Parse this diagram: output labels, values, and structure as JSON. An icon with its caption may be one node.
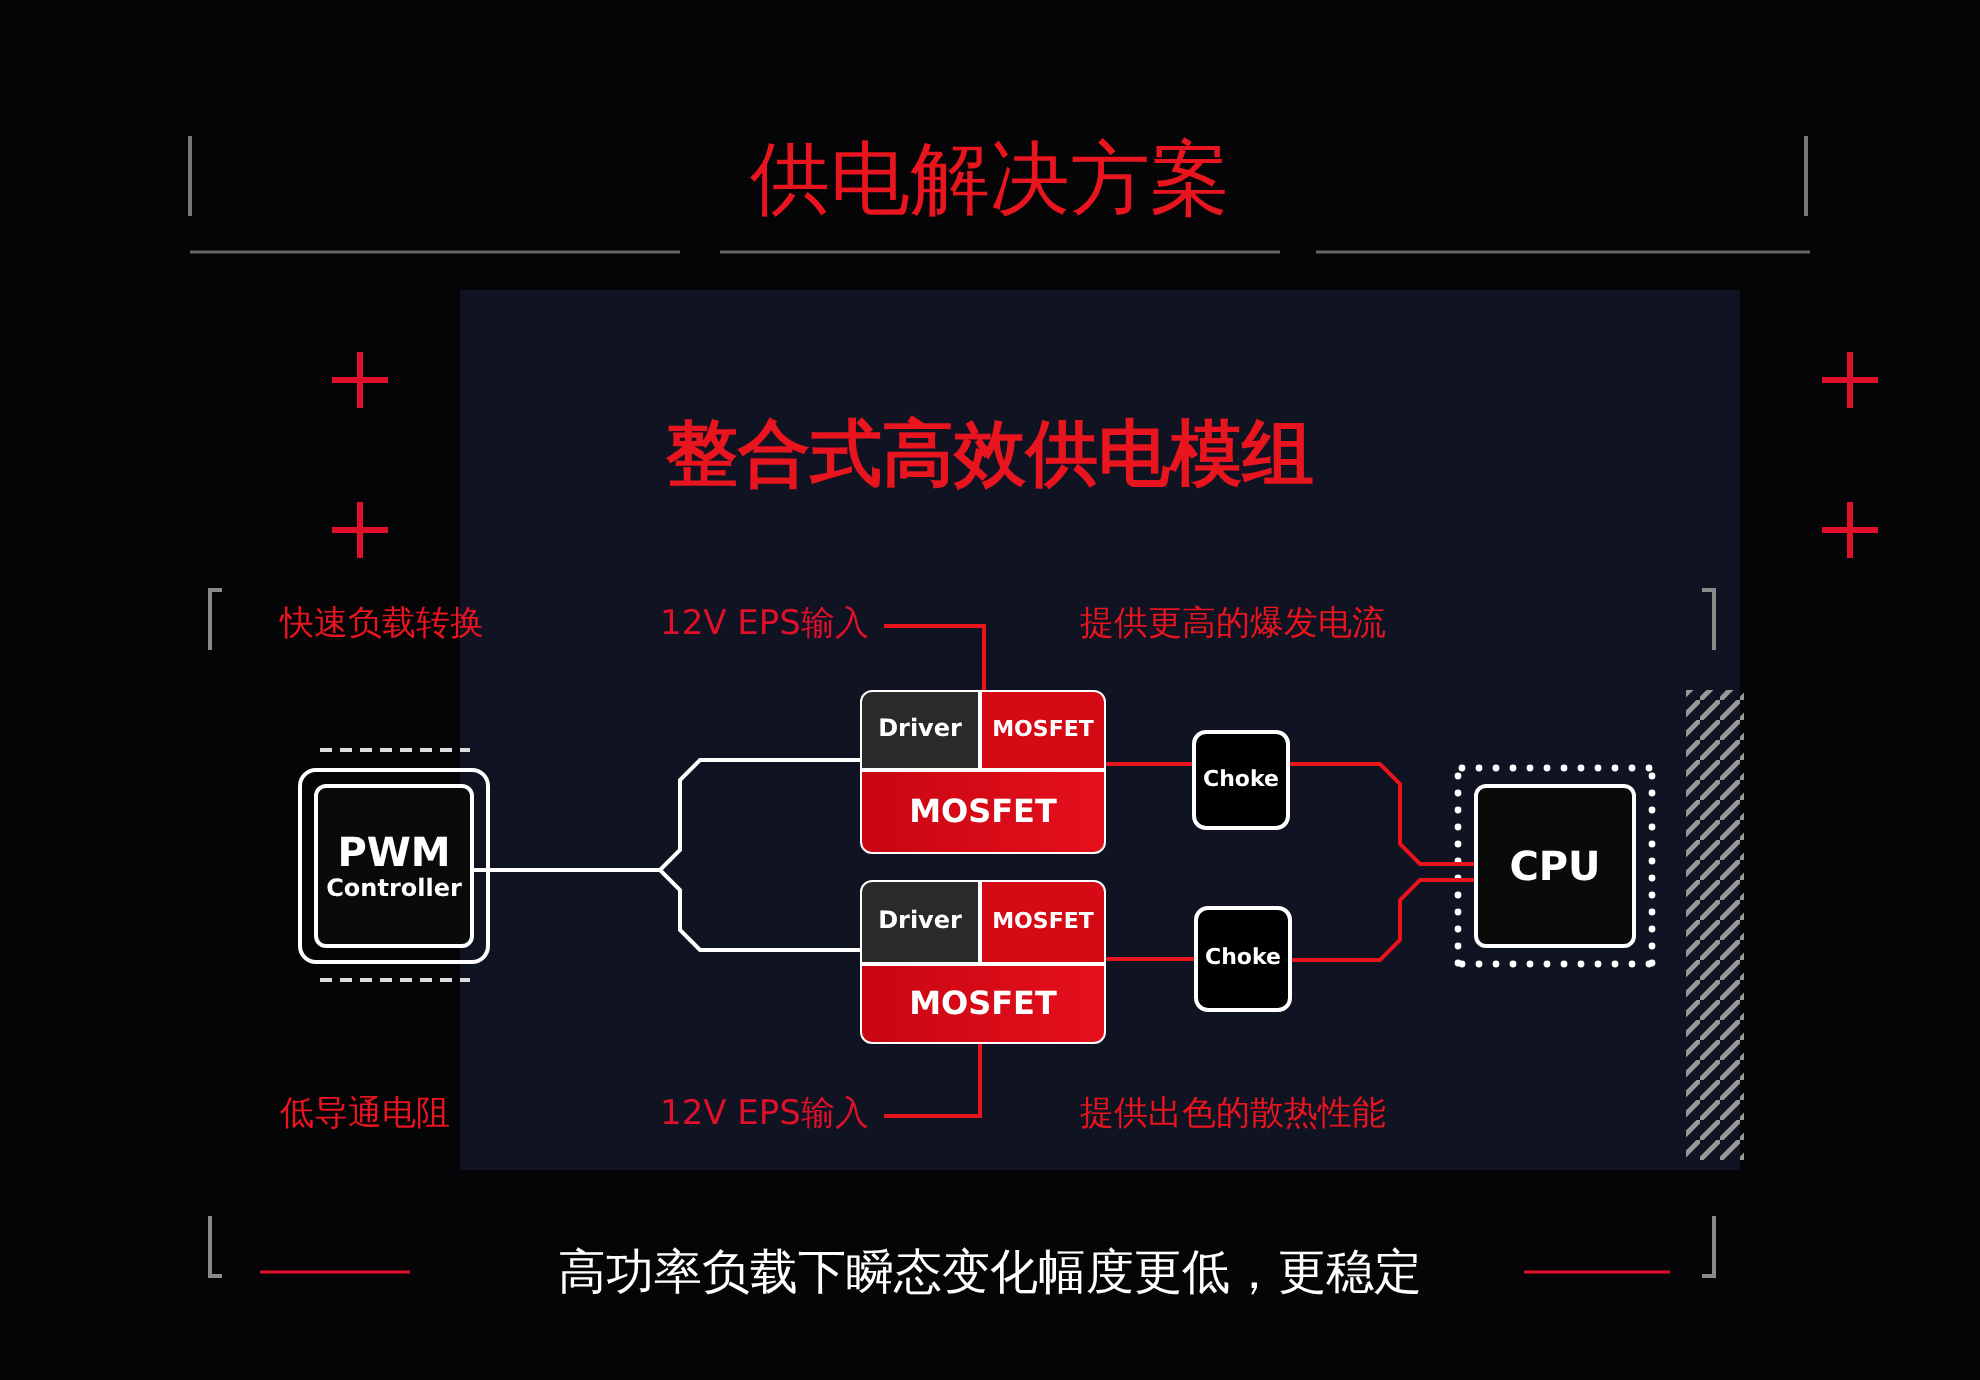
{
  "diagram": {
    "title": "供电解决方案",
    "nodes": [
      {
        "text": [
          "PWM",
          "Controller"
        ]
      },
      {
        "text": [
          "Driver"
        ]
      },
      {
        "text": [
          "MOSFET"
        ]
      },
      {
        "text": [
          "MOSFET"
        ]
      },
      {
        "text": [
          "Choke"
        ]
      },
      {
        "text": [
          "Driver"
        ]
      },
      {
        "text": [
          "MOSFET"
        ]
      },
      {
        "text": [
          "MOSFET"
        ]
      },
      {
        "text": [
          "Choke"
        ]
      },
      {
        "text": [
          "CPU"
        ]
      },
      {
        "text": [
          "12V EPS输入"
        ]
      },
      {
        "text": [
          "12V EPS输入"
        ]
      }
    ],
    "edges": [
      {
        "from": 0,
        "to": 1,
        "arrow": "none",
        "color": "#ffffff"
      },
      {
        "from": 0,
        "to": 5,
        "arrow": "none",
        "color": "#ffffff"
      },
      {
        "from": 2,
        "to": 4,
        "arrow": "none"
      },
      {
        "from": 4,
        "to": 9,
        "arrow": "none"
      },
      {
        "from": 6,
        "to": 8,
        "arrow": "none"
      },
      {
        "from": 8,
        "to": 9,
        "arrow": "none"
      },
      {
        "from": 10,
        "to": 2,
        "arrow": "none"
      },
      {
        "from": 11,
        "to": 7,
        "arrow": "none"
      }
    ],
    "labels": [
      "整合式高效供电模组",
      "快速负载转换",
      "提供更高的爆发电流",
      "低导通电阻",
      "提供出色的散热性能"
    ],
    "caption": "高功率负载下瞬态变化幅度更低，更稳定"
  }
}
